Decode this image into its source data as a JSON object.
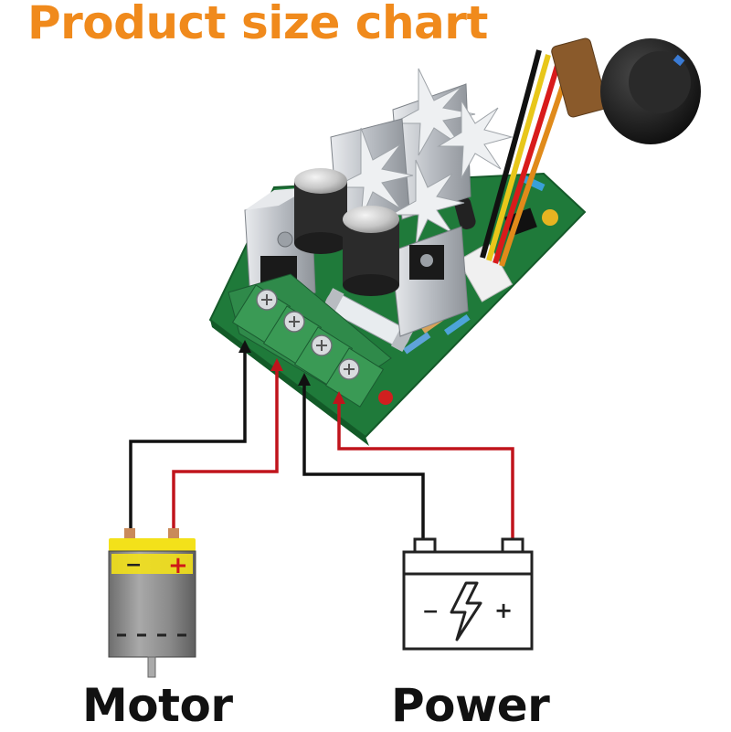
{
  "title": "Product size chart",
  "labels": {
    "motor": "Motor",
    "power": "Power"
  },
  "icons": {
    "motor": "dc-motor-icon",
    "battery": "battery-icon",
    "controller": "pwm-controller-board-icon",
    "knob": "potentiometer-knob-icon"
  },
  "colors": {
    "title": "#f08a1c",
    "positive_wire": "#c0141c",
    "negative_wire": "#111111",
    "pcb": "#1f7a3a",
    "terminal": "#2f8a4a",
    "motor_cap": "#f3e11a",
    "motor_body": "#8a8a8a",
    "heatsink": "#c9ccd0",
    "capacitor": "#2b2b2b"
  },
  "symbols": {
    "motor_plus": "+",
    "motor_minus": "−",
    "battery_plus": "+",
    "battery_minus": "−",
    "bolt": "⚡"
  }
}
